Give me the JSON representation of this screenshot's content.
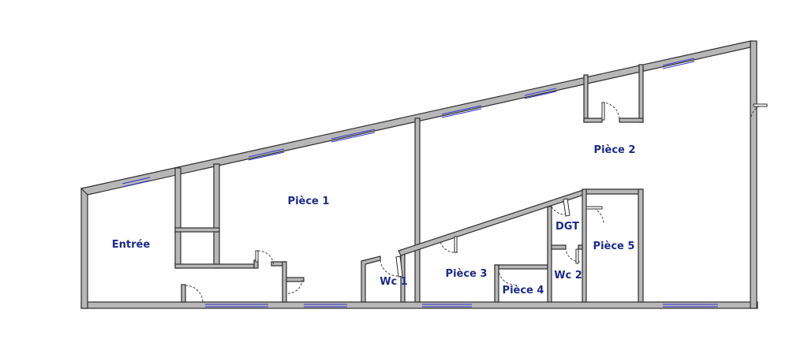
{
  "plan": {
    "colors": {
      "wall_fill": "#b7b7b7",
      "wall_stroke": "#2e2e2e",
      "window": "#3333cc",
      "label": "#1c2b8a"
    },
    "rooms": [
      {
        "id": "entree",
        "label": "Entrée"
      },
      {
        "id": "piece1",
        "label": "Pièce 1"
      },
      {
        "id": "piece2",
        "label": "Pièce 2"
      },
      {
        "id": "piece3",
        "label": "Pièce 3"
      },
      {
        "id": "piece4",
        "label": "Pièce 4"
      },
      {
        "id": "piece5",
        "label": "Pièce 5"
      },
      {
        "id": "wc1",
        "label": "Wc 1"
      },
      {
        "id": "wc2",
        "label": "Wc 2"
      },
      {
        "id": "dgt",
        "label": "DGT"
      }
    ]
  }
}
